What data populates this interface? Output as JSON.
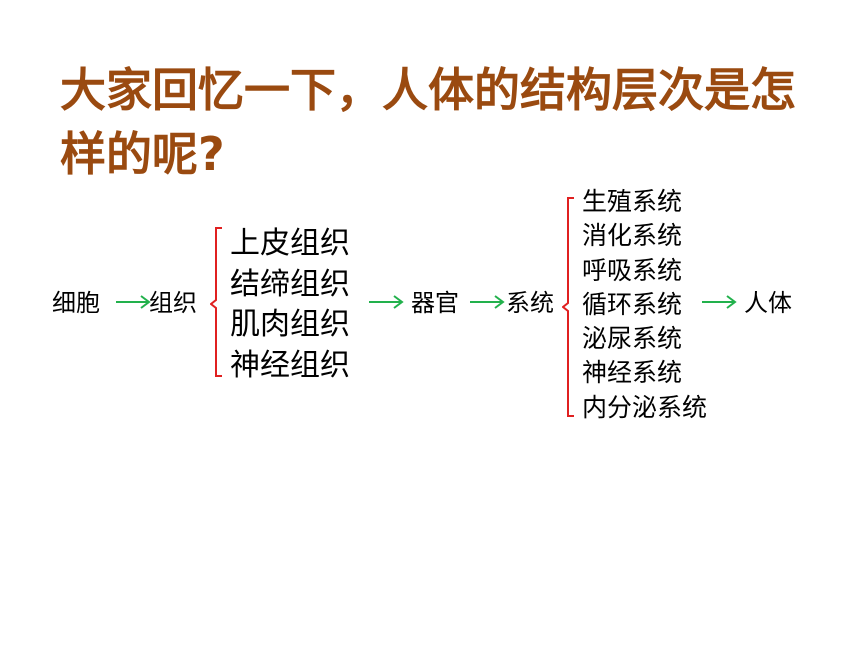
{
  "title": "大家回忆一下，人体的结构层次是怎样的呢?",
  "colors": {
    "title": "#9a4a10",
    "arrow": "#22b14c",
    "brace": "#e02020"
  },
  "nodes": {
    "cell": "细胞",
    "tissue": "组织",
    "organ": "器官",
    "system": "系统",
    "body": "人体"
  },
  "tissues": [
    "上皮组织",
    "结缔组织",
    "肌肉组织",
    "神经组织"
  ],
  "systems": [
    "生殖系统",
    "消化系统",
    "呼吸系统",
    "循环系统",
    "泌尿系统",
    "神经系统",
    "内分泌系统"
  ]
}
